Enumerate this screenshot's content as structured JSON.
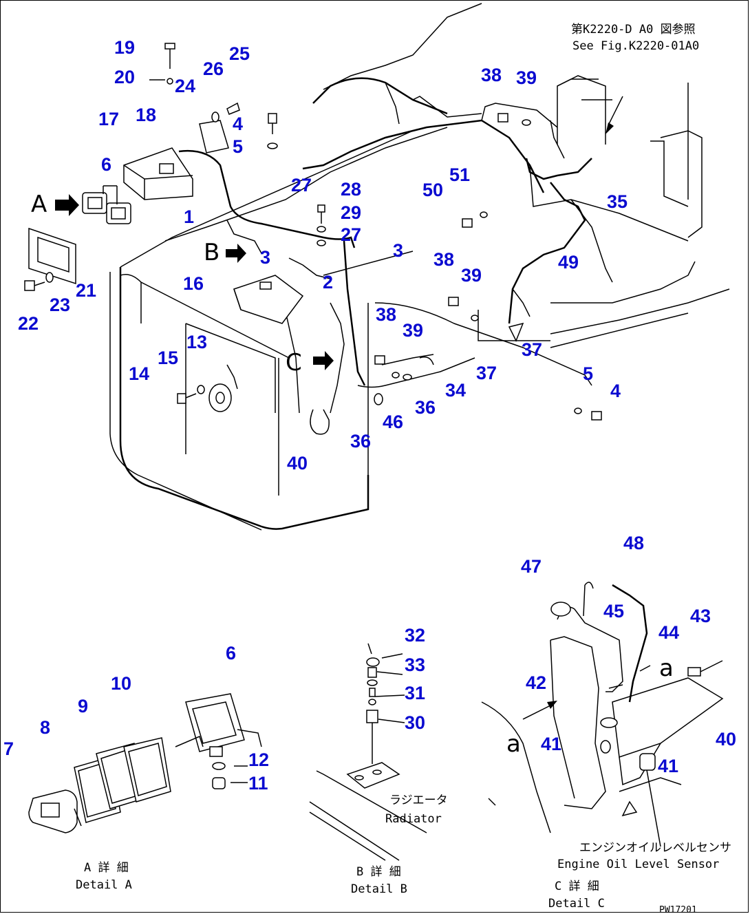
{
  "reference": {
    "jp": "第K2220-D A0 図参照",
    "en": "See Fig.K2220-01A0"
  },
  "detail_markers": {
    "A": "A",
    "B": "B",
    "C": "C",
    "a_upper": "a",
    "a_lower": "a"
  },
  "captions": {
    "radiator_jp": "ラジエータ",
    "radiator_en": "Radiator",
    "sensor_jp": "エンジンオイルレベルセンサ",
    "sensor_en": "Engine Oil Level Sensor",
    "detail_a_jp": "A 詳 細",
    "detail_a_en": "Detail A",
    "detail_b_jp": "B 詳 細",
    "detail_b_en": "Detail B",
    "detail_c_jp": "C 詳 細",
    "detail_c_en": "Detail C",
    "drawing_code": "PW17201"
  },
  "callouts": [
    {
      "id": "c19",
      "text": "19"
    },
    {
      "id": "c20",
      "text": "20"
    },
    {
      "id": "c26",
      "text": "26"
    },
    {
      "id": "c25",
      "text": "25"
    },
    {
      "id": "c24",
      "text": "24"
    },
    {
      "id": "c17",
      "text": "17"
    },
    {
      "id": "c18",
      "text": "18"
    },
    {
      "id": "c4a",
      "text": "4"
    },
    {
      "id": "c5a",
      "text": "5"
    },
    {
      "id": "c6a",
      "text": "6"
    },
    {
      "id": "c1",
      "text": "1"
    },
    {
      "id": "c27a",
      "text": "27"
    },
    {
      "id": "c28",
      "text": "28"
    },
    {
      "id": "c29",
      "text": "29"
    },
    {
      "id": "c27b",
      "text": "27"
    },
    {
      "id": "c50",
      "text": "50"
    },
    {
      "id": "c51",
      "text": "51"
    },
    {
      "id": "c38a",
      "text": "38"
    },
    {
      "id": "c39a",
      "text": "39"
    },
    {
      "id": "c35",
      "text": "35"
    },
    {
      "id": "c3a",
      "text": "3"
    },
    {
      "id": "c3b",
      "text": "3"
    },
    {
      "id": "c2",
      "text": "2"
    },
    {
      "id": "c38b",
      "text": "38"
    },
    {
      "id": "c39b",
      "text": "39"
    },
    {
      "id": "c49",
      "text": "49"
    },
    {
      "id": "c21",
      "text": "21"
    },
    {
      "id": "c22",
      "text": "22"
    },
    {
      "id": "c23",
      "text": "23"
    },
    {
      "id": "c16",
      "text": "16"
    },
    {
      "id": "c13",
      "text": "13"
    },
    {
      "id": "c15",
      "text": "15"
    },
    {
      "id": "c14",
      "text": "14"
    },
    {
      "id": "c38c",
      "text": "38"
    },
    {
      "id": "c39c",
      "text": "39"
    },
    {
      "id": "c37a",
      "text": "37"
    },
    {
      "id": "c37b",
      "text": "37"
    },
    {
      "id": "c34",
      "text": "34"
    },
    {
      "id": "c36a",
      "text": "36"
    },
    {
      "id": "c36b",
      "text": "36"
    },
    {
      "id": "c46",
      "text": "46"
    },
    {
      "id": "c40a",
      "text": "40"
    },
    {
      "id": "c5b",
      "text": "5"
    },
    {
      "id": "c4b",
      "text": "4"
    },
    {
      "id": "c48",
      "text": "48"
    },
    {
      "id": "c47",
      "text": "47"
    },
    {
      "id": "c45",
      "text": "45"
    },
    {
      "id": "c43",
      "text": "43"
    },
    {
      "id": "c44",
      "text": "44"
    },
    {
      "id": "c42",
      "text": "42"
    },
    {
      "id": "c40b",
      "text": "40"
    },
    {
      "id": "c41a",
      "text": "41"
    },
    {
      "id": "c41b",
      "text": "41"
    },
    {
      "id": "c32",
      "text": "32"
    },
    {
      "id": "c33",
      "text": "33"
    },
    {
      "id": "c31",
      "text": "31"
    },
    {
      "id": "c30",
      "text": "30"
    },
    {
      "id": "c6b",
      "text": "6"
    },
    {
      "id": "c10",
      "text": "10"
    },
    {
      "id": "c9",
      "text": "9"
    },
    {
      "id": "c8",
      "text": "8"
    },
    {
      "id": "c7",
      "text": "7"
    },
    {
      "id": "c12",
      "text": "12"
    },
    {
      "id": "c11",
      "text": "11"
    }
  ]
}
